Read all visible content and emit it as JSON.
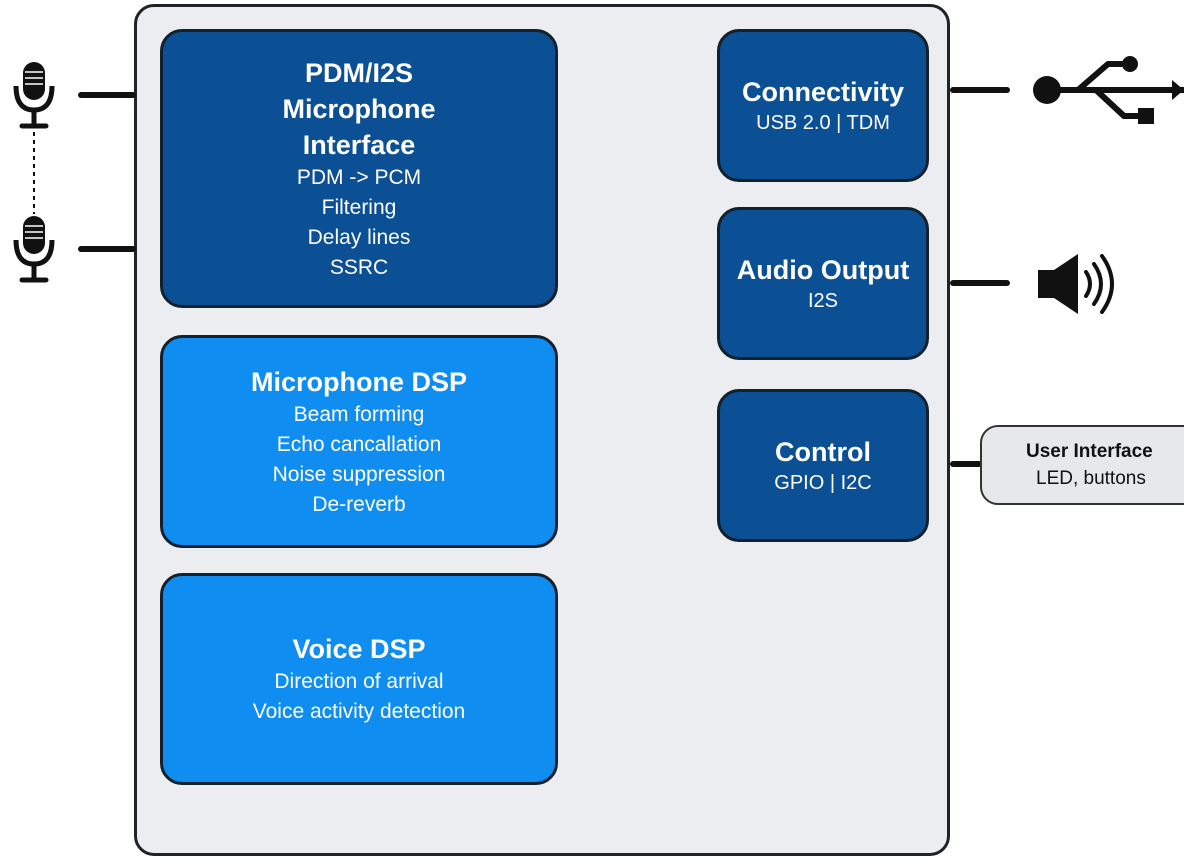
{
  "blocks": {
    "pdm": {
      "title_lines": [
        "PDM/I2S",
        "Microphone",
        "Interface"
      ],
      "details": [
        "PDM -> PCM",
        "Filtering",
        "Delay lines",
        "SSRC"
      ]
    },
    "mic_dsp": {
      "title": "Microphone DSP",
      "details": [
        "Beam forming",
        "Echo cancallation",
        "Noise suppression",
        "De-reverb"
      ]
    },
    "voice_dsp": {
      "title": "Voice DSP",
      "details": [
        "Direction of arrival",
        "Voice activity detection"
      ]
    },
    "connectivity": {
      "title": "Connectivity",
      "detail": "USB 2.0 | TDM"
    },
    "audio_output": {
      "title": "Audio Output",
      "detail": "I2S"
    },
    "control": {
      "title": "Control",
      "detail": "GPIO | I2C"
    }
  },
  "user_interface": {
    "title": "User Interface",
    "detail": "LED, buttons"
  },
  "icons": [
    "microphone-icon",
    "microphone-icon",
    "usb-icon",
    "speaker-icon"
  ],
  "colors": {
    "dark_block": "#0b4f95",
    "light_block": "#0f8df0",
    "chip_background": "#ebedf0",
    "text_on_block": "#ffffff"
  }
}
